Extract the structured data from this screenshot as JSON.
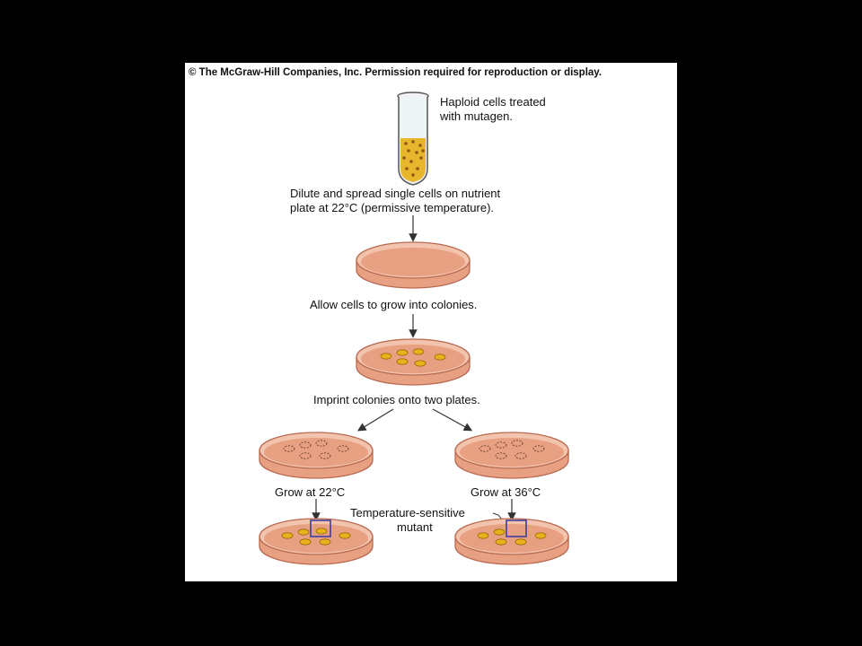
{
  "copyright": "© The McGraw-Hill Companies, Inc.  Permission required for reproduction or display.",
  "steps": {
    "tube_label_1": "Haploid cells treated",
    "tube_label_2": "with mutagen.",
    "dilute_1": "Dilute and spread single cells on nutrient",
    "dilute_2": "plate at 22°C (permissive temperature).",
    "grow_colonies": "Allow cells to grow into colonies.",
    "imprint": "Imprint colonies onto two plates.",
    "grow_22": "Grow at 22°C",
    "grow_36": "Grow at 36°C",
    "ts_mutant_1": "Temperature-sensitive",
    "ts_mutant_2": "mutant"
  },
  "colors": {
    "background": "#000000",
    "panel": "#ffffff",
    "agar": "#e8a083",
    "agar_light": "#f3c4ad",
    "dish_rim": "#b86a52",
    "colony": "#e7b21c",
    "highlight_box": "#3b3fa0"
  }
}
